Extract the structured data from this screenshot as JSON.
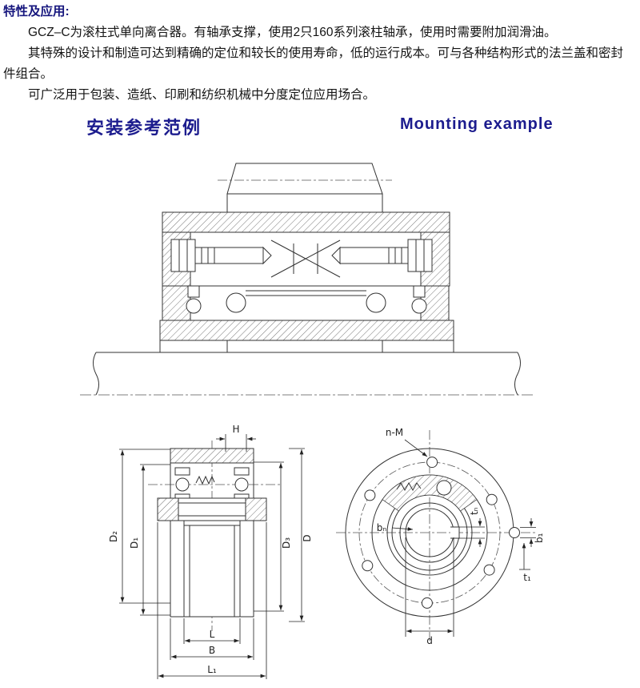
{
  "header": {
    "heading": "特性及应用:",
    "paragraphs": [
      "GCZ–C为滚柱式单向离合器。有轴承支撑，使用2只160系列滚柱轴承，使用时需要附加润滑油。",
      "其特殊的设计和制造可达到精确的定位和较长的使用寿命，低的运行成本。可与各种结构形式的法兰盖和密封件组合。",
      "可广泛用于包装、造纸、印刷和纺织机械中分度定位应用场合。"
    ]
  },
  "section": {
    "title_zh": "安装参考范例",
    "title_en": "Mounting example"
  },
  "dimension_labels": {
    "side_view": {
      "H": "H",
      "D2": "D₂",
      "D1": "D₁",
      "D3": "D₃",
      "D": "D",
      "L": "L",
      "B": "B",
      "L1": "L₁"
    },
    "front_view": {
      "nM": "n-M",
      "bn": "bₙ",
      "tn": "tₙ",
      "b1": "b₁",
      "t1": "t₁",
      "d": "d"
    }
  },
  "colors": {
    "title_navy": "#1c1c8e",
    "heading_navy": "#17177e",
    "body_text": "#141414",
    "drawing_line": "#333333"
  }
}
